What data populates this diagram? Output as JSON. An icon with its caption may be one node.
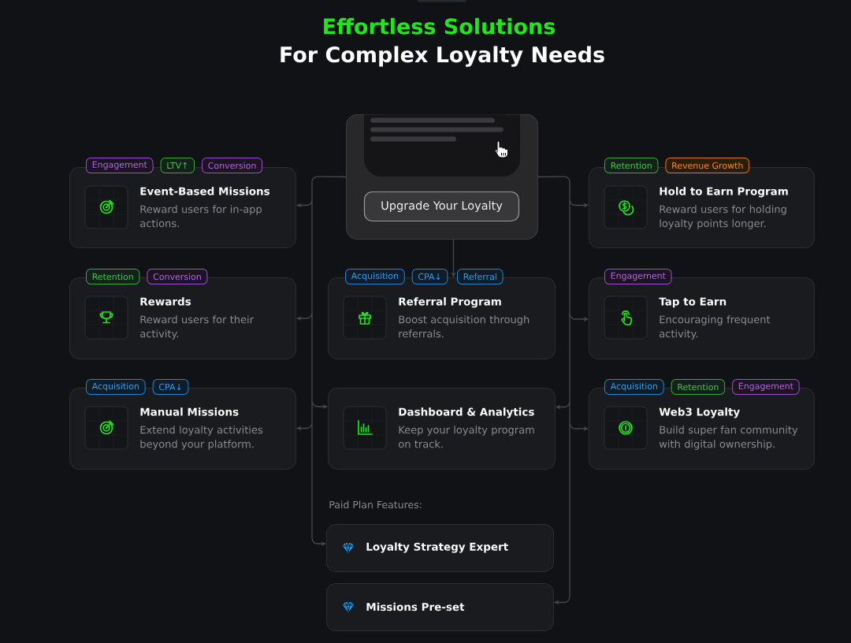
{
  "diagram": {
    "title": "Effortless Solutions",
    "nodes": [
      {
        "text": [
          "Upgrade Your Loyalty"
        ]
      },
      {
        "text": [
          "Engagement"
        ]
      },
      {
        "text": [
          "LTV↑"
        ]
      },
      {
        "text": [
          "Conversion"
        ]
      },
      {
        "text": [
          "Event-Based Missions",
          "Reward users for in-app actions."
        ]
      },
      {
        "text": [
          "Retention"
        ]
      },
      {
        "text": [
          "Revenue Growth"
        ]
      },
      {
        "text": [
          "Hold to Earn Program",
          "Reward users for holding loyalty points longer."
        ]
      },
      {
        "text": [
          "Retention"
        ]
      },
      {
        "text": [
          "Conversion"
        ]
      },
      {
        "text": [
          "Rewards",
          "Reward users for their activity."
        ]
      },
      {
        "text": [
          "Acquisition"
        ]
      },
      {
        "text": [
          "CPA↓"
        ]
      },
      {
        "text": [
          "Referral"
        ]
      },
      {
        "text": [
          "Referral Program",
          "Boost acquisition through referrals."
        ]
      },
      {
        "text": [
          "Engagement"
        ]
      },
      {
        "text": [
          "Tap to Earn",
          "Encouraging frequent activity."
        ]
      },
      {
        "text": [
          "Acquisition"
        ]
      },
      {
        "text": [
          "CPA↓"
        ]
      },
      {
        "text": [
          "Manual Missions",
          "Extend loyalty activities beyond your platform."
        ]
      },
      {
        "text": [
          "Dashboard & Analytics",
          "Keep your loyalty program on track."
        ]
      },
      {
        "text": [
          "Acquisition"
        ]
      },
      {
        "text": [
          "Retention"
        ]
      },
      {
        "text": [
          "Engagement"
        ]
      },
      {
        "text": [
          "Web3 Loyalty",
          "Build super fan community with digital ownership."
        ]
      },
      {
        "text": [
          "Loyalty Strategy Expert"
        ]
      },
      {
        "text": [
          "Missions Pre-set"
        ]
      }
    ],
    "edges": [
      {
        "from": 0,
        "to": 4,
        "arrow": "to"
      },
      {
        "from": 0,
        "to": 10,
        "arrow": "to"
      },
      {
        "from": 0,
        "to": 19,
        "arrow": "to"
      },
      {
        "from": 0,
        "to": 20,
        "arrow": "to"
      },
      {
        "from": 0,
        "to": 25,
        "arrow": "to"
      },
      {
        "from": 0,
        "to": 7,
        "arrow": "to"
      },
      {
        "from": 0,
        "to": 16,
        "arrow": "to"
      },
      {
        "from": 0,
        "to": 24,
        "arrow": "to"
      },
      {
        "from": 0,
        "to": 20,
        "arrow": "to"
      },
      {
        "from": 0,
        "to": 26,
        "arrow": "to"
      },
      {
        "from": 0,
        "to": 14,
        "arrow": "to"
      }
    ],
    "labels": [
      "For Complex Loyalty Needs",
      "Paid Plan Features:"
    ]
  }
}
